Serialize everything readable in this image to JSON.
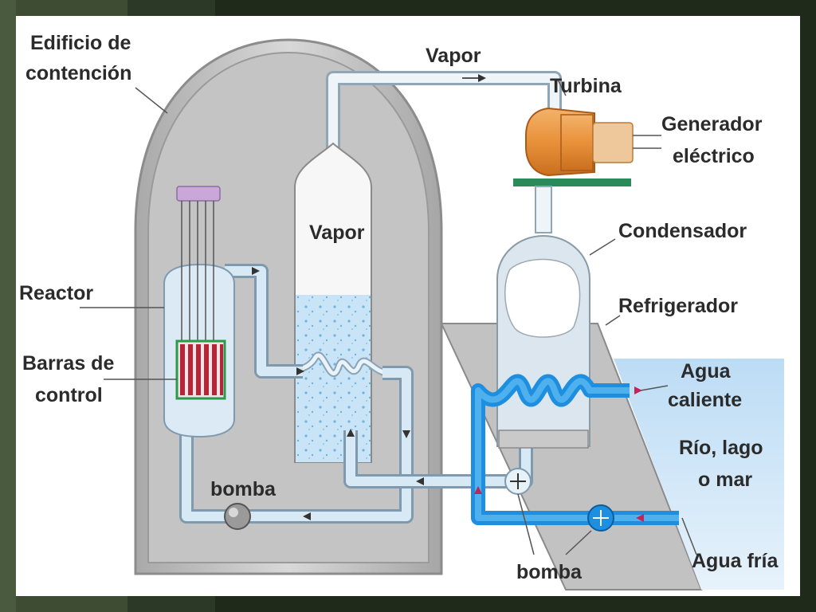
{
  "labels": {
    "containment_line1": "Edificio de",
    "containment_line2": "contención",
    "vapor_pipe": "Vapor",
    "turbine": "Turbina",
    "generator_line1": "Generador",
    "generator_line2": "eléctrico",
    "vapor_tank": "Vapor",
    "condenser": "Condensador",
    "reactor": "Reactor",
    "refrigerator": "Refrigerador",
    "control_rods_line1": "Barras de",
    "control_rods_line2": "control",
    "hot_water_line1": "Agua",
    "hot_water_line2": "caliente",
    "river_line1": "Río, lago",
    "river_line2": "o mar",
    "pump_left": "bomba",
    "pump_right": "bomba",
    "cold_water": "Agua fría"
  },
  "colors": {
    "dome_fill": "#c7c7c7",
    "dome_inner": "#bdbdbd",
    "pipe_light": "#d2e6f3",
    "pipe_outline": "#7f9aae",
    "coolant_blue": "#1e8fe0",
    "water_body": "#cfe6f8",
    "turbine_orange": "#e8913a",
    "rod_red": "#b3263a",
    "rod_green": "#2a9a4a",
    "base_green": "#2b8a5a",
    "rod_cap": "#c9a7d9"
  }
}
